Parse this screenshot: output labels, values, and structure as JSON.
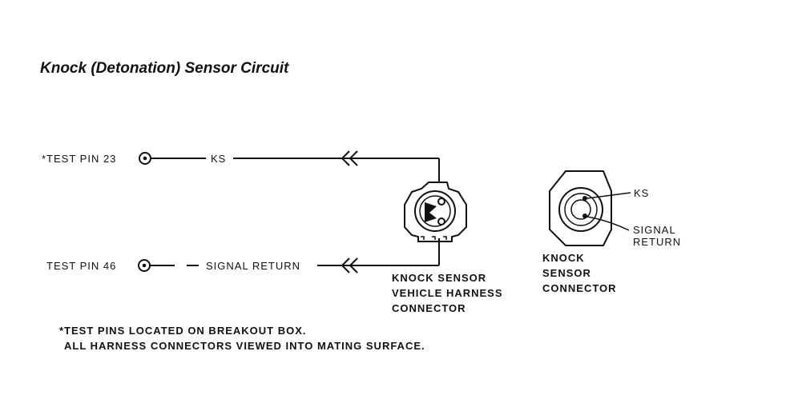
{
  "title": "Knock (Detonation) Sensor Circuit",
  "pins": {
    "pin23_label": "*TEST PIN 23",
    "pin46_label": "TEST PIN 46"
  },
  "signals": {
    "ks": "KS",
    "signal_return": "SIGNAL RETURN"
  },
  "harness_connector": {
    "line1": "KNOCK SENSOR",
    "line2": "VEHICLE HARNESS",
    "line3": "CONNECTOR"
  },
  "sensor_connector": {
    "line1": "KNOCK",
    "line2": "SENSOR",
    "line3": "CONNECTOR",
    "ks_label": "KS",
    "signal_label_1": "SIGNAL",
    "signal_label_2": "RETURN"
  },
  "notes": {
    "line1": "*TEST PINS LOCATED ON BREAKOUT BOX.",
    "line2": "ALL HARNESS CONNECTORS VIEWED INTO MATING SURFACE."
  }
}
